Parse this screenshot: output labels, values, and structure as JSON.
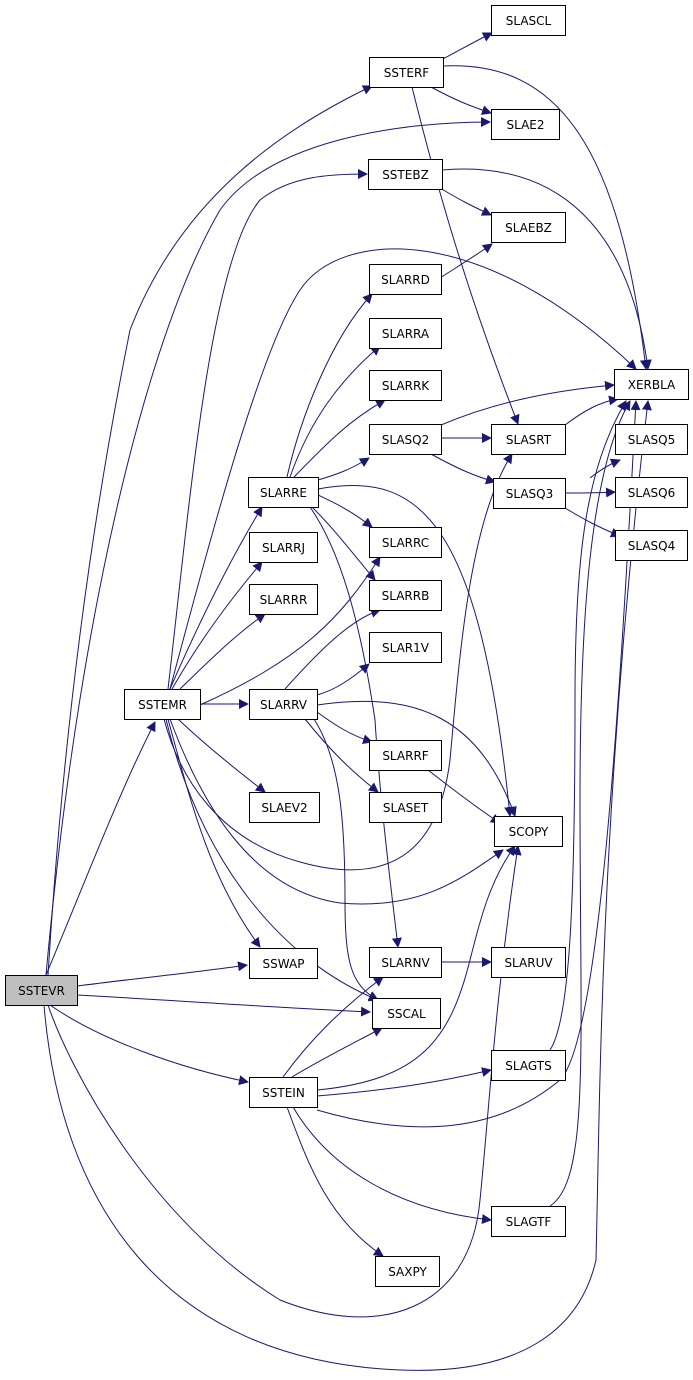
{
  "graph": {
    "root": "SSTEVR",
    "edge_color": "#191970",
    "node_fill": "#ffffff",
    "root_fill": "#bfbfbf",
    "nodes": [
      {
        "id": "sstevr",
        "label": "SSTEVR"
      },
      {
        "id": "sstemr",
        "label": "SSTEMR"
      },
      {
        "id": "ssterf",
        "label": "SSTERF"
      },
      {
        "id": "sstebz",
        "label": "SSTEBZ"
      },
      {
        "id": "sstein",
        "label": "SSTEIN"
      },
      {
        "id": "sswap",
        "label": "SSWAP"
      },
      {
        "id": "sscal",
        "label": "SSCAL"
      },
      {
        "id": "slarre",
        "label": "SLARRE"
      },
      {
        "id": "slarrv",
        "label": "SLARRV"
      },
      {
        "id": "slarrj",
        "label": "SLARRJ"
      },
      {
        "id": "slarrr",
        "label": "SLARRR"
      },
      {
        "id": "slaev2",
        "label": "SLAEV2"
      },
      {
        "id": "slascl",
        "label": "SLASCL"
      },
      {
        "id": "slae2",
        "label": "SLAE2"
      },
      {
        "id": "slaebz",
        "label": "SLAEBZ"
      },
      {
        "id": "slarrd",
        "label": "SLARRD"
      },
      {
        "id": "slarra",
        "label": "SLARRA"
      },
      {
        "id": "slarrk",
        "label": "SLARRK"
      },
      {
        "id": "slasq2",
        "label": "SLASQ2"
      },
      {
        "id": "slarrc",
        "label": "SLARRC"
      },
      {
        "id": "slarrb",
        "label": "SLARRB"
      },
      {
        "id": "slar1v",
        "label": "SLAR1V"
      },
      {
        "id": "slarrf",
        "label": "SLARRF"
      },
      {
        "id": "slaset",
        "label": "SLASET"
      },
      {
        "id": "slarnv",
        "label": "SLARNV"
      },
      {
        "id": "saxpy",
        "label": "SAXPY"
      },
      {
        "id": "xerbla",
        "label": "XERBLA"
      },
      {
        "id": "slasrt",
        "label": "SLASRT"
      },
      {
        "id": "slasq3",
        "label": "SLASQ3"
      },
      {
        "id": "slasq5",
        "label": "SLASQ5"
      },
      {
        "id": "slasq6",
        "label": "SLASQ6"
      },
      {
        "id": "slasq4",
        "label": "SLASQ4"
      },
      {
        "id": "scopy",
        "label": "SCOPY"
      },
      {
        "id": "slaruv",
        "label": "SLARUV"
      },
      {
        "id": "slagts",
        "label": "SLAGTS"
      },
      {
        "id": "slagtf",
        "label": "SLAGTF"
      }
    ]
  }
}
